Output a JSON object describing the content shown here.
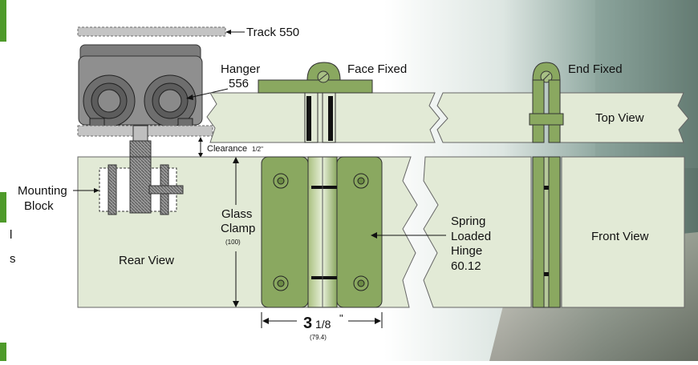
{
  "labels": {
    "track": "Track 550",
    "hanger_line1": "Hanger",
    "hanger_line2": "556",
    "face_fixed": "Face Fixed",
    "end_fixed": "End Fixed",
    "top_view": "Top View",
    "clearance": "Clearance",
    "clearance_value": "1/2\"",
    "mounting_line1": "Mounting",
    "mounting_line2": "Block",
    "glass_line1": "Glass",
    "glass_line2": "Clamp",
    "glass_code": "(100)",
    "rear_view": "Rear View",
    "spring_line1": "Spring",
    "spring_line2": "Loaded",
    "spring_line3": "Hinge",
    "spring_line4": "60.12",
    "front_view": "Front View",
    "width_whole": "3",
    "width_fraction": "1/8",
    "width_unit": "\"",
    "width_metric": "(79.4)",
    "left_edge_1": "l",
    "left_edge_2": "s"
  },
  "colors": {
    "glass": "#e2ead6",
    "hardware": "#8aa860",
    "hardware_dark": "#4d6a2c",
    "track": "#bdbdbd",
    "hanger_body": "#8f8f8f",
    "accent_tab": "#4e9a2a"
  }
}
